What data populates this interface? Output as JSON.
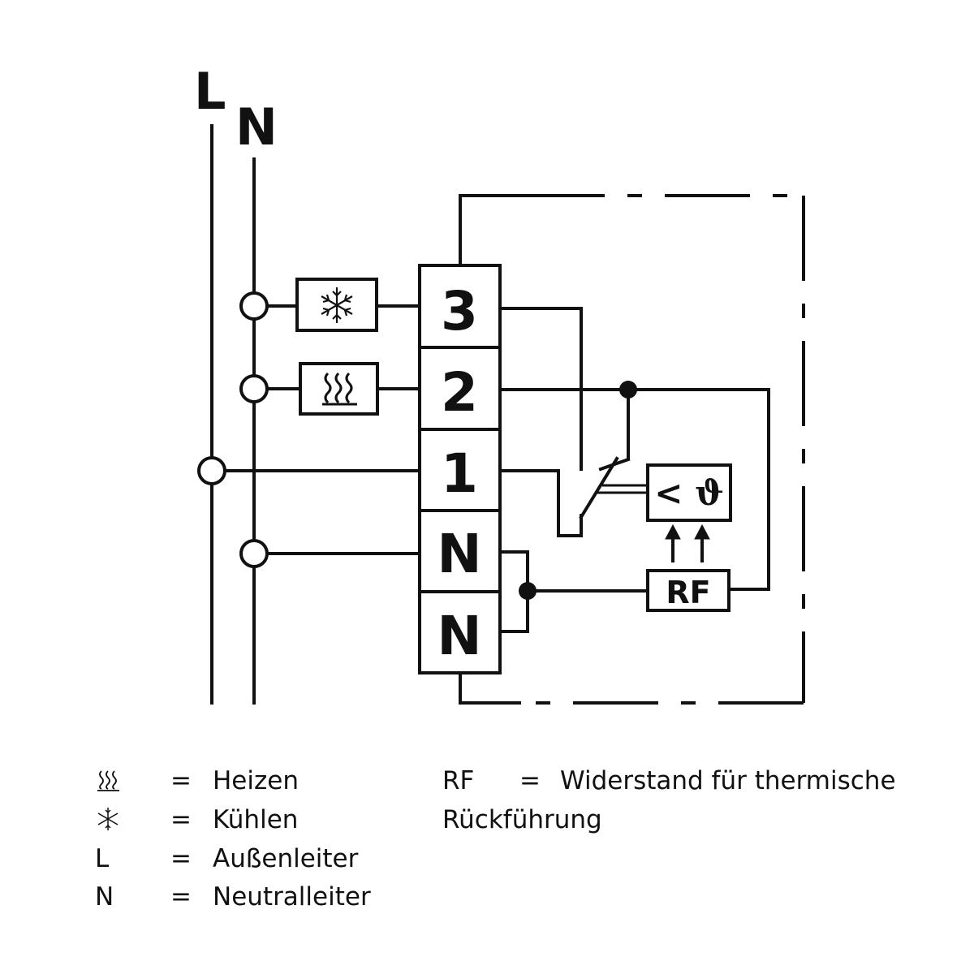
{
  "bus_labels": {
    "l": "L",
    "n": "N"
  },
  "terminals": [
    "3",
    "2",
    "1",
    "N",
    "N"
  ],
  "rf_box": {
    "label": "RF"
  },
  "thermostat": {
    "label": "< ϑ"
  },
  "legend": [
    {
      "key": "heating-icon",
      "eq": "=",
      "text": "Heizen"
    },
    {
      "key": "snowflake-icon",
      "eq": "=",
      "text": "Kühlen"
    },
    {
      "key": "L",
      "eq": "=",
      "text": "Außenleiter"
    },
    {
      "key": "N",
      "eq": "=",
      "text": "Neutralleiter"
    }
  ],
  "legend_rf": {
    "key": "RF",
    "eq": "=",
    "text_line1": "Widerstand für thermische",
    "text_line2": "Rückführung"
  }
}
